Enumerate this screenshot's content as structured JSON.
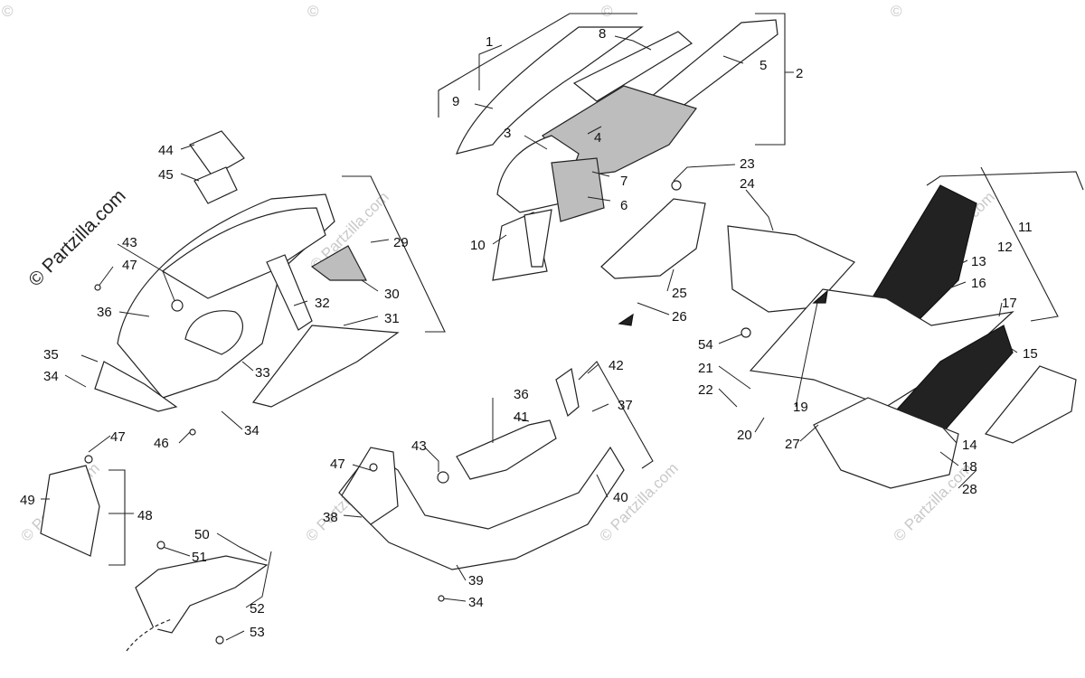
{
  "watermark": {
    "main": "© Partzilla.com",
    "repeat": "© Partzilla.com",
    "corner": "©"
  },
  "callouts": [
    {
      "id": "1",
      "label": "1"
    },
    {
      "id": "2",
      "label": "2"
    },
    {
      "id": "3",
      "label": "3"
    },
    {
      "id": "4",
      "label": "4"
    },
    {
      "id": "5",
      "label": "5"
    },
    {
      "id": "6",
      "label": "6"
    },
    {
      "id": "7",
      "label": "7"
    },
    {
      "id": "8",
      "label": "8"
    },
    {
      "id": "9",
      "label": "9"
    },
    {
      "id": "10",
      "label": "10"
    },
    {
      "id": "11",
      "label": "11"
    },
    {
      "id": "12",
      "label": "12"
    },
    {
      "id": "13",
      "label": "13"
    },
    {
      "id": "14",
      "label": "14"
    },
    {
      "id": "15",
      "label": "15"
    },
    {
      "id": "16",
      "label": "16"
    },
    {
      "id": "17",
      "label": "17"
    },
    {
      "id": "18",
      "label": "18"
    },
    {
      "id": "19",
      "label": "19"
    },
    {
      "id": "20",
      "label": "20"
    },
    {
      "id": "21",
      "label": "21"
    },
    {
      "id": "22",
      "label": "22"
    },
    {
      "id": "23",
      "label": "23"
    },
    {
      "id": "24",
      "label": "24"
    },
    {
      "id": "25",
      "label": "25"
    },
    {
      "id": "26",
      "label": "26"
    },
    {
      "id": "27",
      "label": "27"
    },
    {
      "id": "28",
      "label": "28"
    },
    {
      "id": "29",
      "label": "29"
    },
    {
      "id": "30",
      "label": "30"
    },
    {
      "id": "31",
      "label": "31"
    },
    {
      "id": "32",
      "label": "32"
    },
    {
      "id": "33",
      "label": "33"
    },
    {
      "id": "34a",
      "label": "34"
    },
    {
      "id": "34b",
      "label": "34"
    },
    {
      "id": "34c",
      "label": "34"
    },
    {
      "id": "35",
      "label": "35"
    },
    {
      "id": "36a",
      "label": "36"
    },
    {
      "id": "36b",
      "label": "36"
    },
    {
      "id": "37",
      "label": "37"
    },
    {
      "id": "38",
      "label": "38"
    },
    {
      "id": "39",
      "label": "39"
    },
    {
      "id": "40",
      "label": "40"
    },
    {
      "id": "41",
      "label": "41"
    },
    {
      "id": "42",
      "label": "42"
    },
    {
      "id": "43a",
      "label": "43"
    },
    {
      "id": "43b",
      "label": "43"
    },
    {
      "id": "44",
      "label": "44"
    },
    {
      "id": "45",
      "label": "45"
    },
    {
      "id": "46",
      "label": "46"
    },
    {
      "id": "47a",
      "label": "47"
    },
    {
      "id": "47b",
      "label": "47"
    },
    {
      "id": "47c",
      "label": "47"
    },
    {
      "id": "48",
      "label": "48"
    },
    {
      "id": "49",
      "label": "49"
    },
    {
      "id": "50",
      "label": "50"
    },
    {
      "id": "51",
      "label": "51"
    },
    {
      "id": "52",
      "label": "52"
    },
    {
      "id": "53",
      "label": "53"
    },
    {
      "id": "54",
      "label": "54"
    }
  ]
}
